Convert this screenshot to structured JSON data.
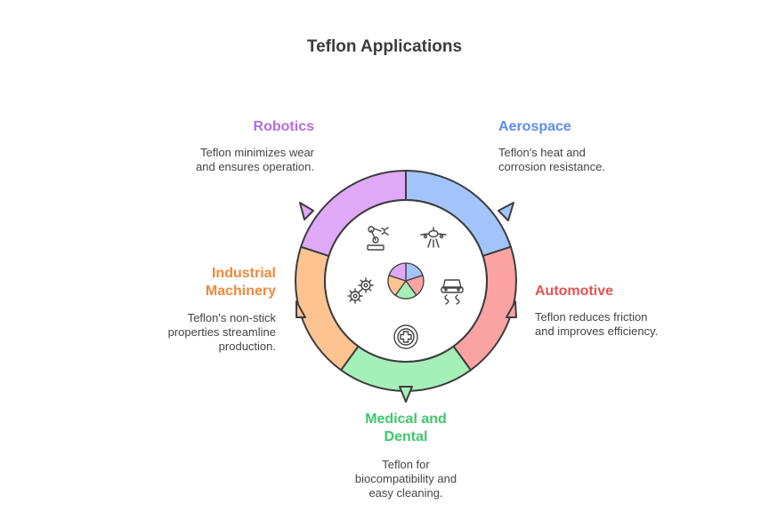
{
  "title": "Teflon Applications",
  "colors": {
    "aerospace": "#5b8def",
    "automotive": "#e45454",
    "medical": "#3ec76b",
    "industrial": "#ee8a3c",
    "robotics": "#b76be0",
    "text": "#444444",
    "outline": "#3d3d3d"
  },
  "segments": [
    {
      "key": "aerospace",
      "heading": "Aerospace",
      "description_lines": [
        "Teflon's heat and",
        "corrosion resistance."
      ],
      "icon": "airplane-icon",
      "fill": "#a3c4fb"
    },
    {
      "key": "automotive",
      "heading": "Automotive",
      "description_lines": [
        "Teflon reduces friction",
        "and improves efficiency."
      ],
      "icon": "car-skid-icon",
      "fill": "#fba3a3"
    },
    {
      "key": "medical",
      "heading_lines": [
        "Medical and",
        "Dental"
      ],
      "description_lines": [
        "Teflon for",
        "biocompatibility and",
        "easy cleaning."
      ],
      "icon": "medical-cross-icon",
      "fill": "#a5efb8"
    },
    {
      "key": "industrial",
      "heading_lines": [
        "Industrial",
        "Machinery"
      ],
      "description_lines": [
        "Teflon's non-stick",
        "properties streamline",
        "production."
      ],
      "icon": "gears-icon",
      "fill": "#fdc391"
    },
    {
      "key": "robotics",
      "heading": "Robotics",
      "description_lines": [
        "Teflon minimizes wear",
        "and ensures operation."
      ],
      "icon": "robot-arm-icon",
      "fill": "#dfa9f8"
    }
  ]
}
